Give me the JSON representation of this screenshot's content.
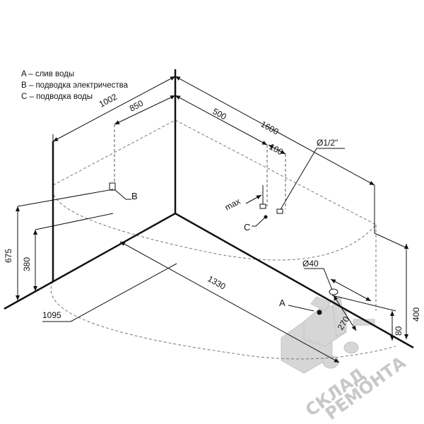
{
  "legend": {
    "a": "A – слив воды",
    "b": "B – подводка электричества",
    "c": "C – подводка воды"
  },
  "labels": {
    "a": "A",
    "b": "B",
    "c": "C"
  },
  "dimensions": {
    "d1002": "1002",
    "d850": "850",
    "d500": "500",
    "d1600": "1600",
    "d100": "100",
    "thread": "Ø1/2\"",
    "max": "max",
    "d675": "675",
    "d380": "380",
    "d1095": "1095",
    "d1330": "1330",
    "d40": "Ø40",
    "d270": "270",
    "d80": "80",
    "d400": "400"
  },
  "watermark": {
    "line1": "СКЛАД",
    "line2": "РЕМОНТА"
  }
}
